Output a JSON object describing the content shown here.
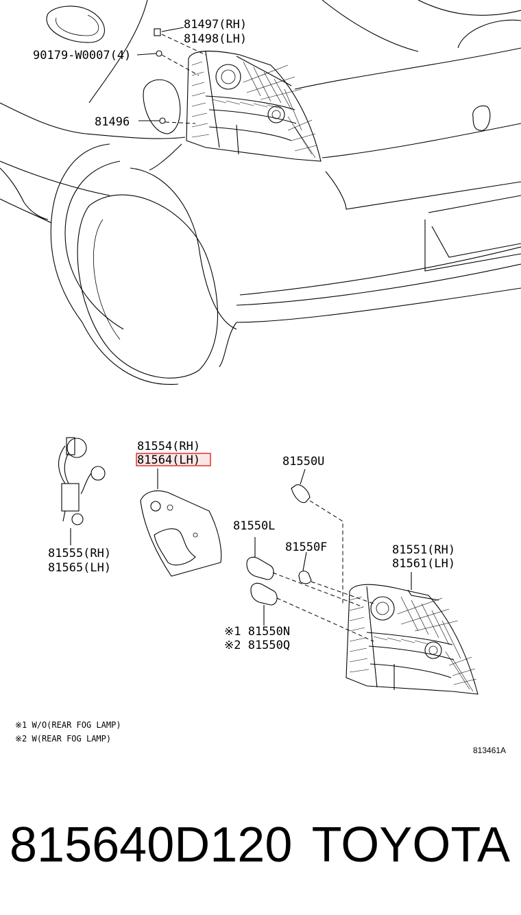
{
  "callouts": {
    "p81497": "81497(RH)",
    "p81498": "81498(LH)",
    "p90179": "90179-W0007(4)",
    "p81496": "81496",
    "p81554": "81554(RH)",
    "p81564": "81564(LH)",
    "p81550u": "81550U",
    "p81550l": "81550L",
    "p81550f": "81550F",
    "p81555": "81555(RH)",
    "p81565": "81565(LH)",
    "p81551": "81551(RH)",
    "p81561": "81561(LH)",
    "p81550n": "※1 81550N",
    "p81550q": "※2 81550Q"
  },
  "notes": {
    "note1": "※1 W/O(REAR FOG LAMP)",
    "note2": "※2 W(REAR FOG LAMP)"
  },
  "diagram_ref": "813461A",
  "footer": {
    "part_number": "815640D120",
    "brand": "TOYOTA"
  },
  "colors": {
    "highlight": "#e03030",
    "line": "#000000",
    "background": "#ffffff"
  }
}
